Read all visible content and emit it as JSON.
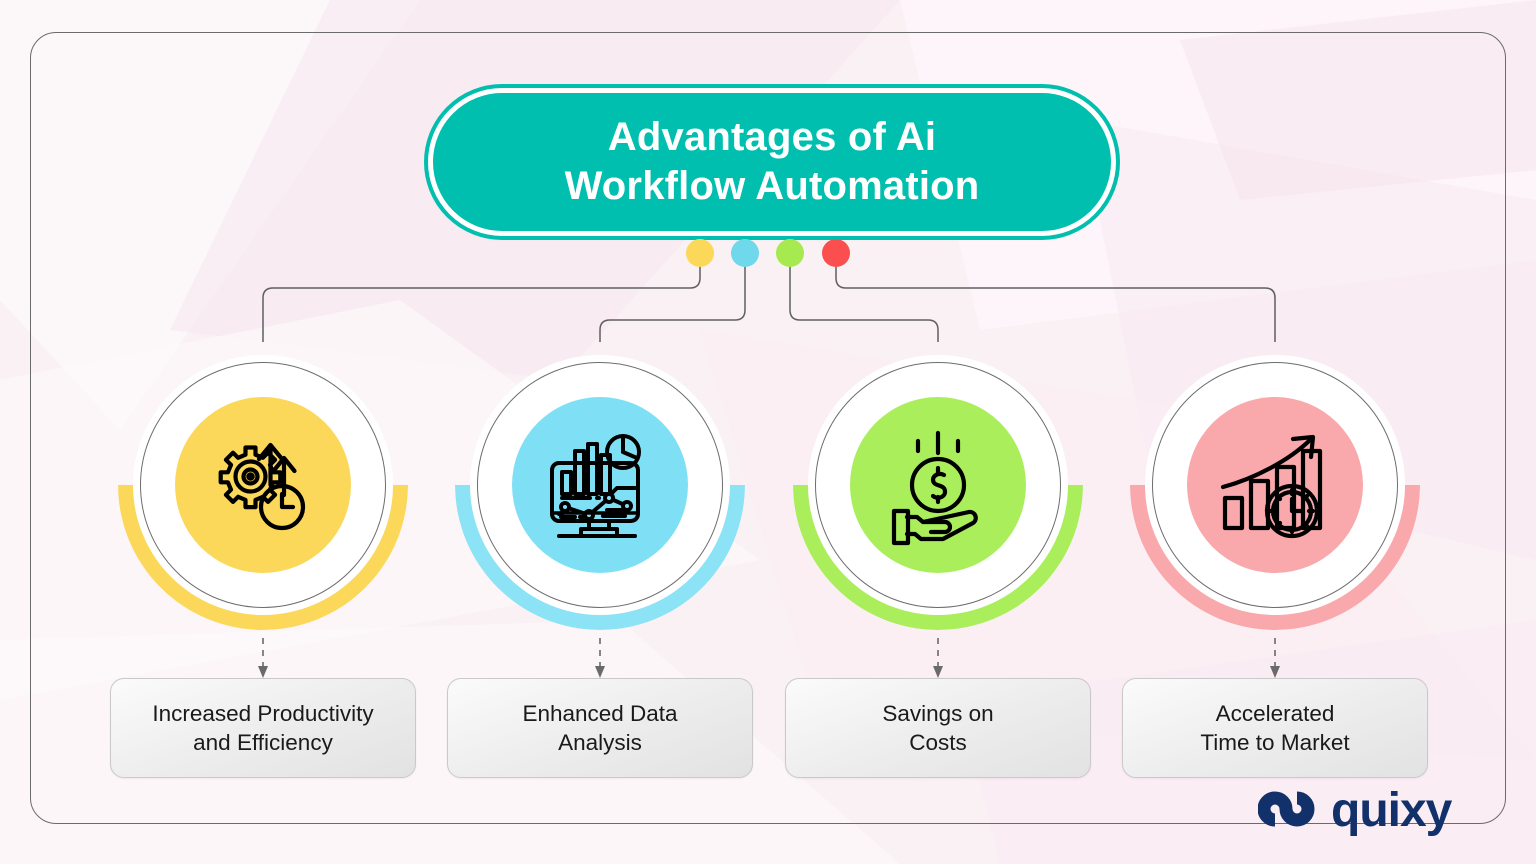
{
  "page": {
    "background_color": "#faf1f5",
    "frame_border_color": "#6b6b6b"
  },
  "title": {
    "text": "Advantages of Ai\nWorkflow Automation",
    "background_color": "#00bfae",
    "text_color": "#ffffff"
  },
  "connector_dots": [
    {
      "name": "dot-yellow",
      "color": "#fbd85a"
    },
    {
      "name": "dot-cyan",
      "color": "#6fd8ea"
    },
    {
      "name": "dot-green",
      "color": "#a6ea4f"
    },
    {
      "name": "dot-red",
      "color": "#fb4e4e"
    }
  ],
  "nodes": [
    {
      "icon_name": "gear-clock-arrows-icon",
      "inner_color": "#fbd85a",
      "arc_color": "#fbd85a",
      "label": "Increased Productivity\nand Efficiency"
    },
    {
      "icon_name": "monitor-analytics-icon",
      "inner_color": "#7fe0f5",
      "arc_color": "#8ce3f6",
      "label": "Enhanced Data\nAnalysis"
    },
    {
      "icon_name": "hand-holding-dollar-icon",
      "inner_color": "#aaee5c",
      "arc_color": "#aaee5c",
      "label": "Savings on\nCosts"
    },
    {
      "icon_name": "growth-chart-clock-icon",
      "inner_color": "#f9a8ab",
      "arc_color": "#f9a8ab",
      "label": "Accelerated\nTime to Market"
    }
  ],
  "logo": {
    "mark_name": "quixy-infinity-knot-icon",
    "word": "quixy",
    "color": "#12316b"
  }
}
